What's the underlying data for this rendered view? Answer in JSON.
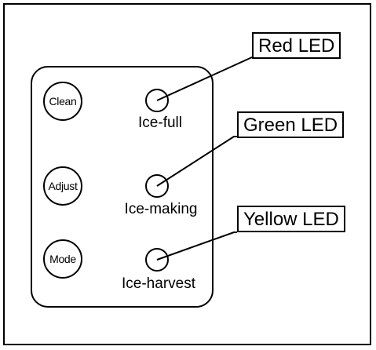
{
  "buttons": [
    {
      "label": "Clean"
    },
    {
      "label": "Adjust"
    },
    {
      "label": "Mode"
    }
  ],
  "indicators": [
    {
      "label": "Ice-full",
      "callout": "Red LED",
      "color": "#ff0000"
    },
    {
      "label": "Ice-making",
      "callout": "Green LED",
      "color": "#00a000"
    },
    {
      "label": "Ice-harvest",
      "callout": "Yellow LED",
      "color": "#ffd000"
    }
  ]
}
